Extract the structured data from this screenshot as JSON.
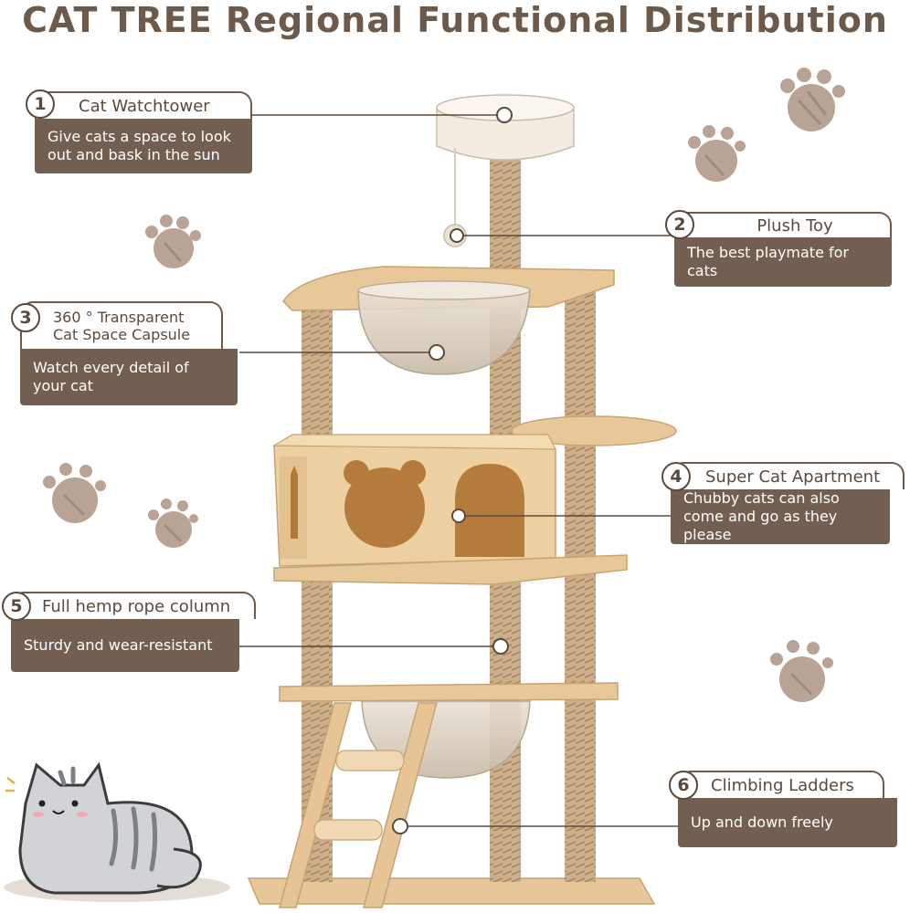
{
  "title": "CAT TREE Regional Functional Distribution",
  "colors": {
    "brown_box": "#725f51",
    "brown_text": "#5b4a3c",
    "wood": "#e6c596",
    "rope": "#c9a983"
  },
  "callouts": [
    {
      "number": "1",
      "label": "Cat Watchtower",
      "description": "Give cats a space to look out and bask in the sun"
    },
    {
      "number": "2",
      "label": "Plush Toy",
      "description": "The best playmate for cats"
    },
    {
      "number": "3",
      "label": "360 ° Transparent Cat Space Capsule",
      "description": "Watch every detail of your cat"
    },
    {
      "number": "4",
      "label": "Super Cat Apartment",
      "description": "Chubby cats can also come and go as they please"
    },
    {
      "number": "5",
      "label": "Full hemp rope column",
      "description": "Sturdy and wear-resistant"
    },
    {
      "number": "6",
      "label": "Climbing Ladders",
      "description": "Up and down freely"
    }
  ],
  "decor_icons": [
    "paw-print-icon",
    "cat-illustration"
  ]
}
